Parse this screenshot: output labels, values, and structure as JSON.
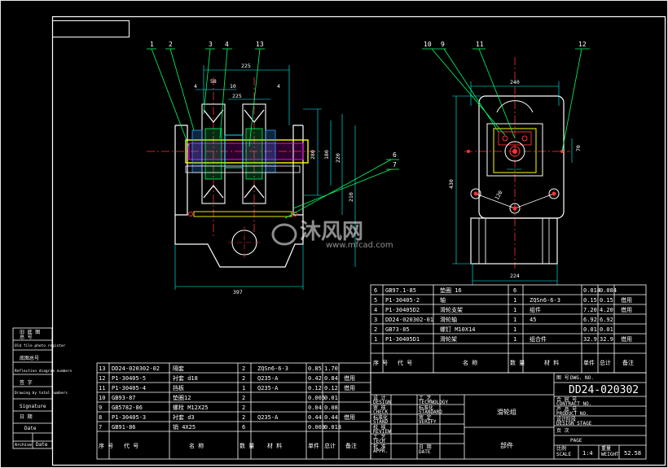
{
  "drawing": {
    "number": "DD24-020302",
    "title_cn": "滑轮组",
    "parts_cn": "部件",
    "scale": "1:4",
    "weight": "52.58"
  },
  "front_view": {
    "callouts": [
      "1",
      "2",
      "3",
      "4",
      "13",
      "6",
      "7"
    ],
    "dimensions": [
      "225",
      "4",
      "58",
      "10",
      "225",
      "4",
      "280",
      "180",
      "220",
      "210",
      "397"
    ]
  },
  "side_view": {
    "callouts": [
      "10",
      "9",
      "11",
      "12"
    ],
    "dimensions": [
      "240",
      "430",
      "70",
      "120",
      "224"
    ]
  },
  "parts_table_right": {
    "rows": [
      {
        "no": "6",
        "code": "GB97.1-85",
        "name": "垫圈 16",
        "qty": "6",
        "material": "",
        "unit_w": "0.014",
        "total_w": "0.084",
        "note": ""
      },
      {
        "no": "5",
        "code": "P1-30405-2",
        "name": "轴",
        "qty": "1",
        "material": "ZQSn6-6-3",
        "unit_w": "0.15",
        "total_w": "0.15",
        "note": "借用"
      },
      {
        "no": "4",
        "code": "P1-30405D2",
        "name": "滑轮支架",
        "qty": "1",
        "material": "组件",
        "unit_w": "7.20",
        "total_w": "4.20",
        "note": "借用"
      },
      {
        "no": "3",
        "code": "DD24-020302-01",
        "name": "滑轮轴",
        "qty": "1",
        "material": "45",
        "unit_w": "6.92",
        "total_w": "6.92",
        "note": ""
      },
      {
        "no": "2",
        "code": "GB73-85",
        "name": "螺钉 M10X14",
        "qty": "1",
        "material": "",
        "unit_w": "0.01",
        "total_w": "0.01",
        "note": ""
      },
      {
        "no": "1",
        "code": "P1-30405D1",
        "name": "滑轮架",
        "qty": "1",
        "material": "组合件",
        "unit_w": "32.9",
        "total_w": "32.9",
        "note": "借用"
      }
    ],
    "header": [
      "序 号",
      "代 号",
      "名 称",
      "数 量",
      "材 料",
      "单件",
      "总计",
      "备注"
    ]
  },
  "parts_table_left": {
    "rows": [
      {
        "no": "13",
        "code": "DD24-020302-02",
        "name": "隔套",
        "qty": "2",
        "material": "ZQSn6-6-3",
        "unit_w": "0.85",
        "total_w": "1.70",
        "note": ""
      },
      {
        "no": "12",
        "code": "P1-30405-5",
        "name": "衬套 d18",
        "qty": "2",
        "material": "Q235-A",
        "unit_w": "0.42",
        "total_w": "0.84",
        "note": "借用"
      },
      {
        "no": "11",
        "code": "P1-30405-4",
        "name": "挡板",
        "qty": "1",
        "material": "Q235-A",
        "unit_w": "0.12",
        "total_w": "0.12",
        "note": "借用"
      },
      {
        "no": "10",
        "code": "GB93-87",
        "name": "垫圈12",
        "qty": "2",
        "material": "",
        "unit_w": "0.005",
        "total_w": "0.01",
        "note": ""
      },
      {
        "no": "9",
        "code": "GB5782-86",
        "name": "螺栓 M12X25",
        "qty": "2",
        "material": "",
        "unit_w": "0.04",
        "total_w": "0.08",
        "note": ""
      },
      {
        "no": "8",
        "code": "P1-30405-3",
        "name": "衬套 d3",
        "qty": "2",
        "material": "Q235-A",
        "unit_w": "0.44",
        "total_w": "0.44",
        "note": "借用"
      },
      {
        "no": "7",
        "code": "GB91-86",
        "name": "销 4X25",
        "qty": "6",
        "material": "",
        "unit_w": "0.003",
        "total_w": "0.018",
        "note": ""
      }
    ],
    "header": [
      "序 号",
      "代 号",
      "名 称",
      "数 量",
      "材 料",
      "单件",
      "总计",
      "备注"
    ]
  },
  "title_block": {
    "labels": [
      "设 计",
      "审 核",
      "标准化",
      "校 核",
      "工 艺",
      "批 准"
    ],
    "labels_en": [
      "DESIGN",
      "CHECK",
      "STAND",
      "REVIEW",
      "TECH",
      "APPR."
    ],
    "mid_labels": [
      "工 艺",
      "TECHNOLOGY",
      "标准化",
      "STANDARD",
      "审 定",
      "VERIFY"
    ],
    "date_label": "日 期",
    "date_en": "DATE",
    "right_labels": [
      "图 号",
      "DWG. NO.",
      "合 同 号",
      "CONTRACT NO.",
      "产 品 号",
      "PRODUCT NO.",
      "设计阶段",
      "DESIGN STAGE",
      "页 次",
      "PAGE"
    ],
    "scale_label": "比例",
    "scale_en": "SCALE",
    "weight_label": "重量",
    "weight_en": "WEIGHT"
  },
  "left_strip": {
    "labels": [
      "旧 底 图",
      "总 号",
      "Old file photo register",
      "底图总号",
      "Reflection diagram numbers",
      "签 字",
      "Drawing by total numbers",
      "Signature",
      "日 期",
      "Date",
      "Archive",
      "Date"
    ]
  },
  "watermark": {
    "brand": "沐风网",
    "url": "www.mfcad.com"
  }
}
